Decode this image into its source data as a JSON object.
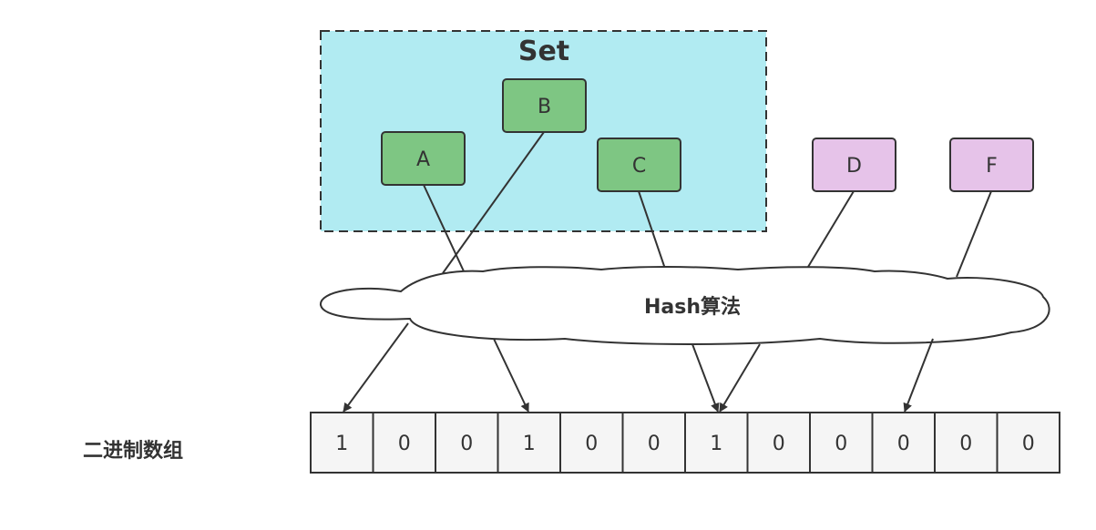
{
  "set_container": {
    "title": "Set",
    "fill": "#b1ebf2"
  },
  "nodes": {
    "a": {
      "label": "A",
      "fill": "#7ec683"
    },
    "b": {
      "label": "B",
      "fill": "#7ec683"
    },
    "c": {
      "label": "C",
      "fill": "#7ec683"
    },
    "d": {
      "label": "D",
      "fill": "#e6c3e9"
    },
    "f": {
      "label": "F",
      "fill": "#e6c3e9"
    }
  },
  "hash_cloud": {
    "label": "Hash算法"
  },
  "bit_array": {
    "label": "二进制数组",
    "cells": [
      "1",
      "0",
      "0",
      "1",
      "0",
      "0",
      "1",
      "0",
      "0",
      "0",
      "0",
      "0"
    ],
    "cell_fill": "#f5f5f5"
  }
}
